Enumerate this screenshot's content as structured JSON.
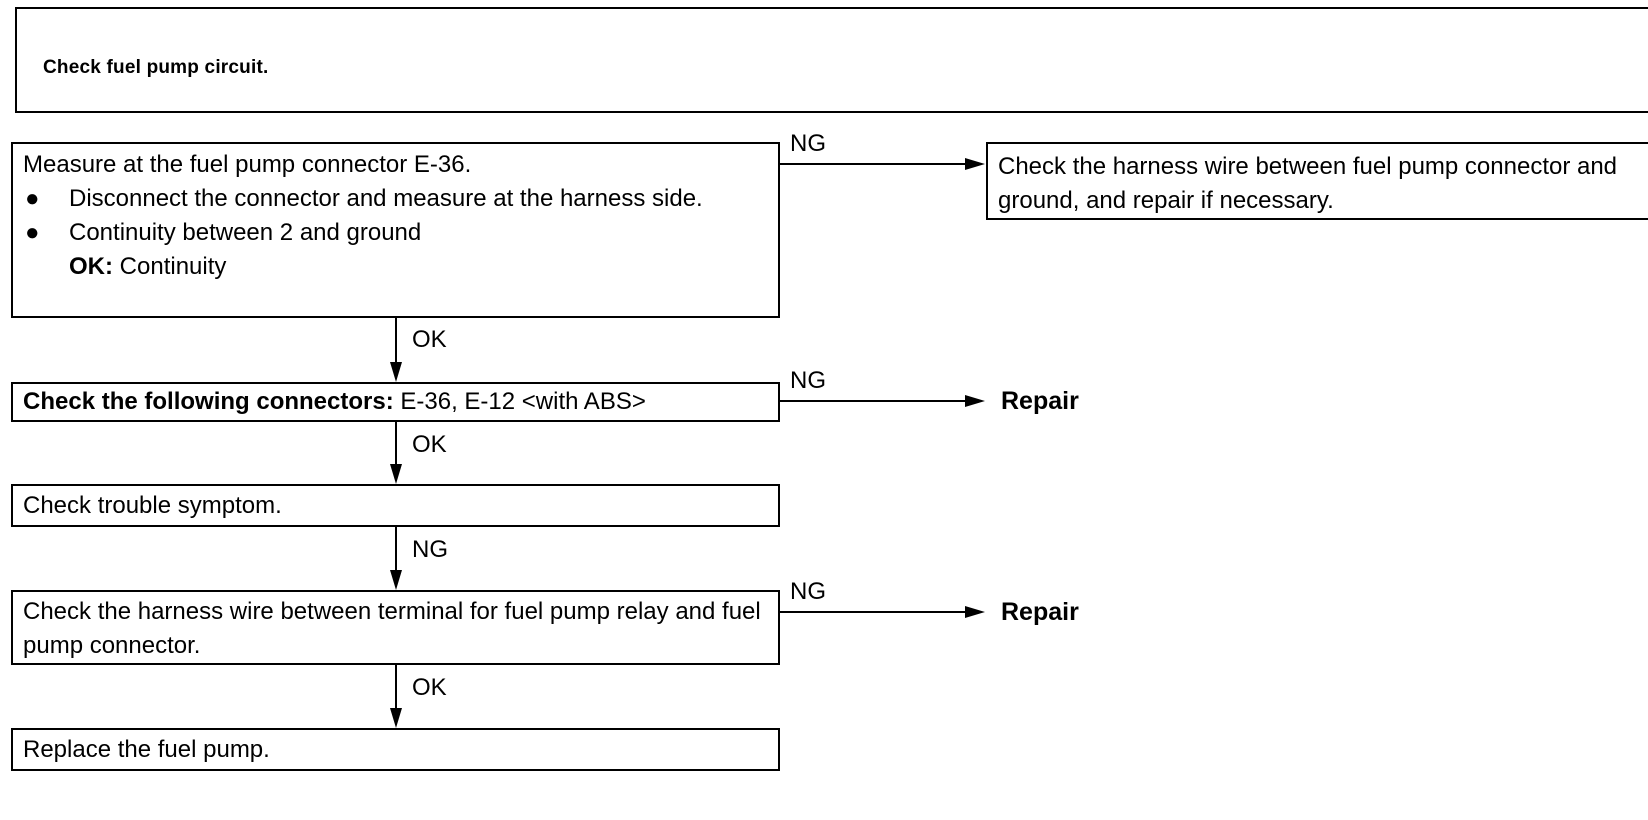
{
  "title": "Check fuel pump circuit.",
  "step1": {
    "heading": "Measure at the fuel pump connector E-36.",
    "bullet1": "Disconnect the connector and measure at the harness side.",
    "bullet2": "Continuity between 2 and ground",
    "ok_label": "OK:",
    "ok_value": "Continuity"
  },
  "step1_ng_result": "Check the harness wire between fuel pump connector and ground, and repair if necessary.",
  "step2": {
    "label": "Check the following connectors:",
    "value": "E-36, E-12 <with ABS>"
  },
  "step3": {
    "text": "Check trouble symptom."
  },
  "step4": {
    "text": "Check the harness wire between terminal for fuel pump relay and fuel pump connector."
  },
  "step5": {
    "text": "Replace the fuel pump."
  },
  "labels": {
    "ng1": "NG",
    "ok1": "OK",
    "ng2": "NG",
    "ok2": "OK",
    "ng3": "NG",
    "ng4": "NG",
    "ok4": "OK"
  },
  "results": {
    "repair2": "Repair",
    "repair4": "Repair"
  },
  "bullet_glyph": "●"
}
